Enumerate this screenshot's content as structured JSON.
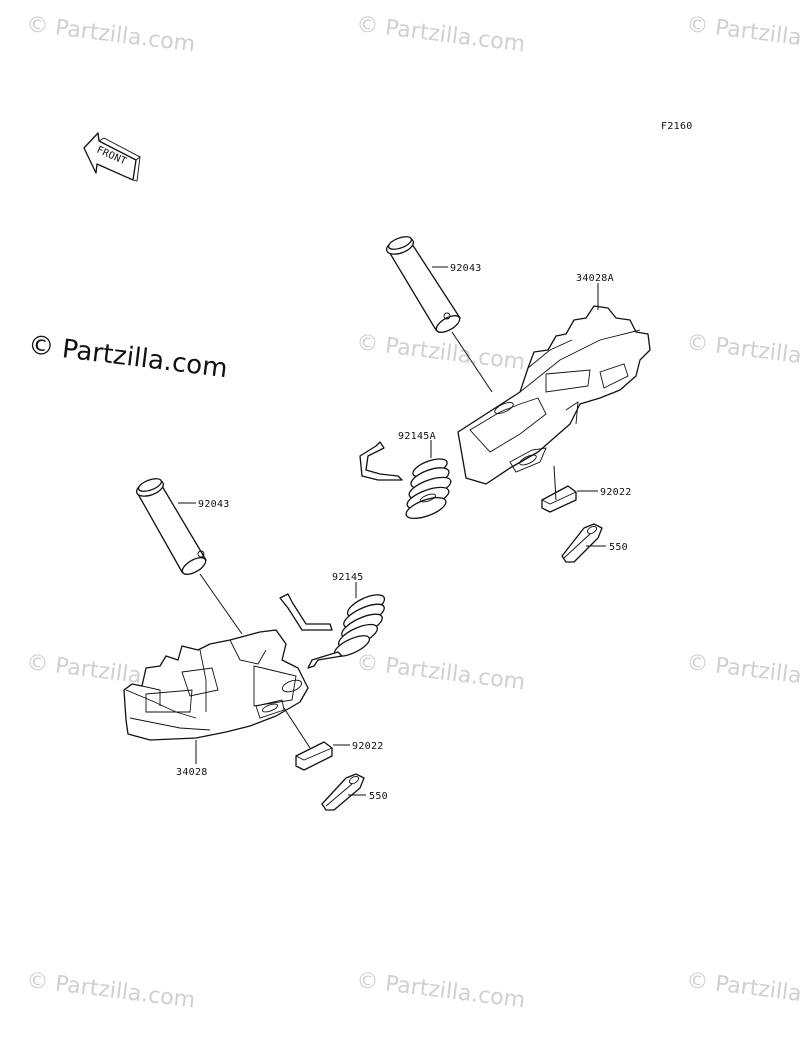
{
  "figure_code": "F2160",
  "front_badge": "FRONT",
  "watermark": "© Partzilla.com",
  "parts": {
    "pin_upper": "92043",
    "footpeg_right": "34028A",
    "spring_right": "92145A",
    "washer_right": "92022",
    "cotter_right": "550",
    "pin_lower": "92043",
    "spring_left": "92145",
    "washer_left": "92022",
    "footpeg_left": "34028",
    "cotter_left": "550"
  }
}
